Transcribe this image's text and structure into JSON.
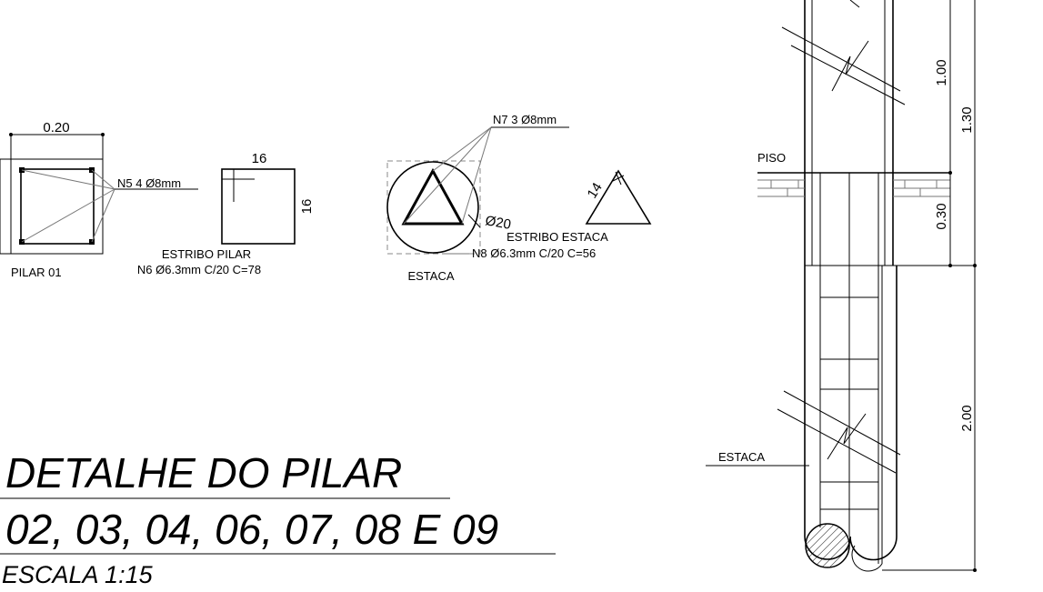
{
  "title": {
    "line1": "DETALHE DO PILAR",
    "line2": "02, 03, 04, 06, 07, 08 E 09",
    "scale": "ESCALA 1:15"
  },
  "pilar_section": {
    "label": "PILAR 01",
    "width_dim": "0.20",
    "rebar": "N5 4 Ø8mm"
  },
  "estribo_pilar": {
    "label": "ESTRIBO PILAR",
    "spec": "N6 Ø6.3mm C/20 C=78",
    "dim_top": "16",
    "dim_side": "16"
  },
  "estaca_section": {
    "label": "ESTACA",
    "rebar": "N7 3 Ø8mm",
    "diameter": "Ø20"
  },
  "estribo_estaca": {
    "label": "ESTRIBO ESTACA",
    "spec": "N8 Ø6.3mm C/20 C=56",
    "dim_side": "14"
  },
  "elevation": {
    "piso": "PISO",
    "estaca": "ESTACA",
    "dim_1_00": "1.00",
    "dim_1_30": "1.30",
    "dim_0_30": "0.30",
    "dim_2_00": "2.00"
  }
}
